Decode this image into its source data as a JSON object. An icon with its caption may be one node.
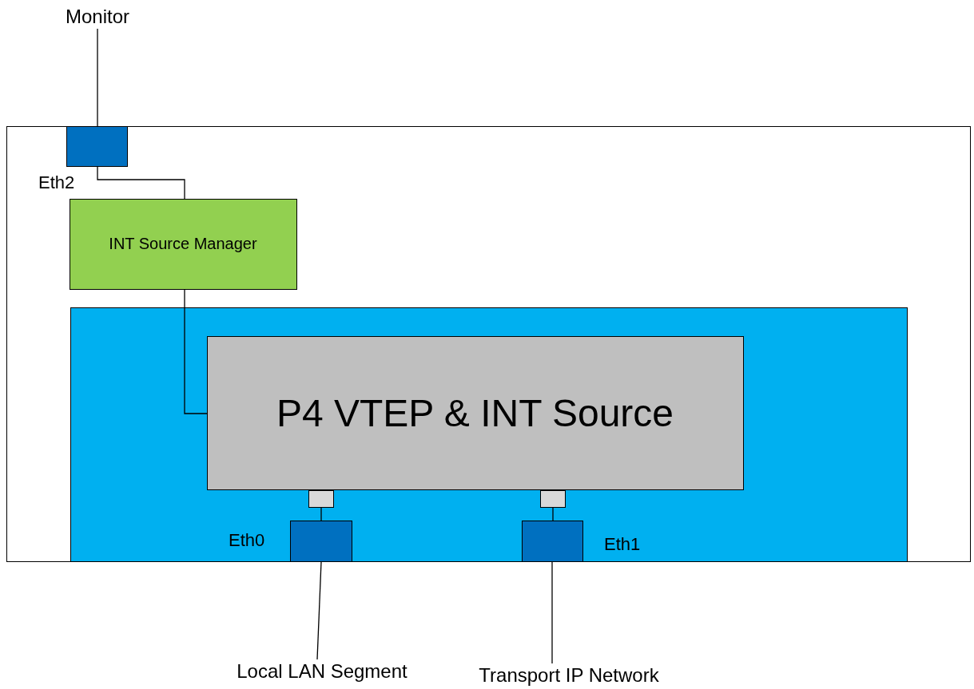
{
  "diagram": {
    "nodes": [
      {
        "text": [
          "Monitor"
        ]
      },
      {
        "text": [],
        "shape": "box"
      },
      {
        "text": [],
        "shape": "box",
        "in": 1,
        "beside": [
          "Eth2"
        ]
      },
      {
        "text": [
          "INT Source Manager"
        ],
        "in": 1
      },
      {
        "text": [],
        "shape": "box",
        "in": 1
      },
      {
        "text": [
          "P4 VTEP & INT Source"
        ],
        "in": 4
      },
      {
        "text": [],
        "shape": "box",
        "in": 4
      },
      {
        "text": [],
        "shape": "box",
        "in": 4
      },
      {
        "text": [],
        "shape": "box",
        "in": 4,
        "beside": [
          "Eth0"
        ]
      },
      {
        "text": [],
        "shape": "box",
        "in": 4,
        "beside": [
          "Eth1"
        ]
      },
      {
        "text": [
          "Local LAN Segment"
        ]
      },
      {
        "text": [
          "Transport IP Network"
        ]
      }
    ],
    "edges": [
      {
        "from": 0,
        "to": 2,
        "arrow": "none"
      },
      {
        "from": 2,
        "to": 3,
        "arrow": "none"
      },
      {
        "from": 3,
        "to": 5,
        "arrow": "none"
      },
      {
        "from": 6,
        "to": 8,
        "arrow": "none"
      },
      {
        "from": 7,
        "to": 9,
        "arrow": "none"
      },
      {
        "from": 8,
        "to": 10,
        "arrow": "none"
      },
      {
        "from": 9,
        "to": 11,
        "arrow": "none"
      }
    ]
  }
}
